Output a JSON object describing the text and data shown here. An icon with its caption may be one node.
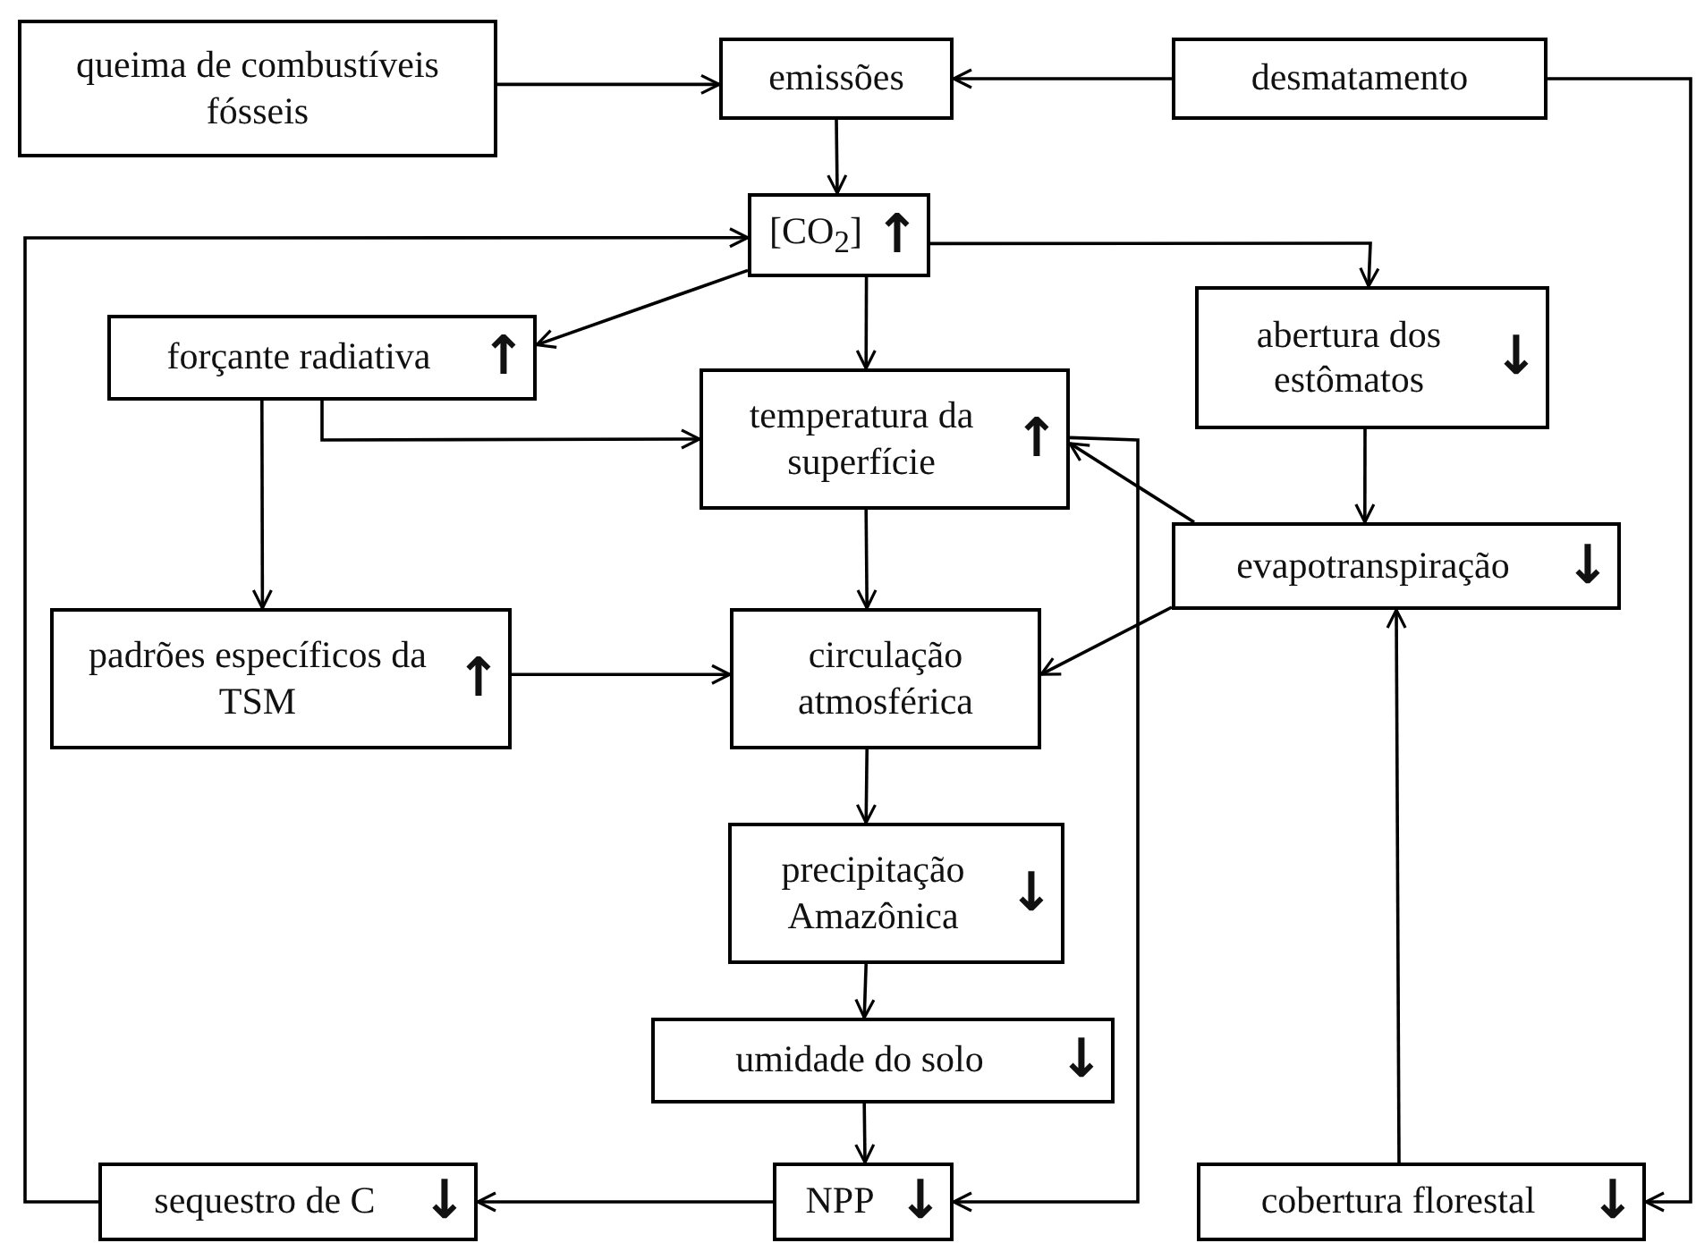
{
  "diagram": {
    "nodes": [
      {
        "text": [
          "queima de combustíveis fósseis"
        ]
      },
      {
        "text": [
          "emissões"
        ]
      },
      {
        "text": [
          "desmatamento"
        ]
      },
      {
        "text": [
          "[CO$_{2}$]",
          "↑"
        ]
      },
      {
        "text": [
          "forçante radiativa",
          "↑"
        ]
      },
      {
        "text": [
          "temperatura da superfície",
          "↑"
        ]
      },
      {
        "text": [
          "abertura dos estômatos",
          "↓"
        ]
      },
      {
        "text": [
          "padrões específicos da TSM",
          "↑"
        ]
      },
      {
        "text": [
          "circulação atmosférica"
        ]
      },
      {
        "text": [
          "evapotranspiração",
          "↓"
        ]
      },
      {
        "text": [
          "precipitação Amazônica",
          "↓"
        ]
      },
      {
        "text": [
          "umidade do solo",
          "↓"
        ]
      },
      {
        "text": [
          "NPP",
          "↓"
        ]
      },
      {
        "text": [
          "sequestro de C",
          "↓"
        ]
      },
      {
        "text": [
          "cobertura florestal",
          "↓"
        ]
      }
    ],
    "edges": [
      {
        "from": 0,
        "to": 1,
        "arrow": "to"
      },
      {
        "from": 2,
        "to": 1,
        "arrow": "to"
      },
      {
        "from": 2,
        "to": 14,
        "arrow": "to"
      },
      {
        "from": 1,
        "to": 3,
        "arrow": "to"
      },
      {
        "from": 3,
        "to": 4,
        "arrow": "to"
      },
      {
        "from": 3,
        "to": 5,
        "arrow": "to"
      },
      {
        "from": 3,
        "to": 6,
        "arrow": "to"
      },
      {
        "from": 4,
        "to": 5,
        "arrow": "to"
      },
      {
        "from": 4,
        "to": 7,
        "arrow": "to"
      },
      {
        "from": 5,
        "to": 8,
        "arrow": "to"
      },
      {
        "from": 9,
        "to": 5,
        "arrow": "to"
      },
      {
        "from": 9,
        "to": 8,
        "arrow": "to"
      },
      {
        "from": 6,
        "to": 9,
        "arrow": "to"
      },
      {
        "from": 7,
        "to": 8,
        "arrow": "to"
      },
      {
        "from": 8,
        "to": 10,
        "arrow": "to"
      },
      {
        "from": 10,
        "to": 11,
        "arrow": "to"
      },
      {
        "from": 11,
        "to": 12,
        "arrow": "to"
      },
      {
        "from": 12,
        "to": 13,
        "arrow": "to"
      },
      {
        "from": 13,
        "to": 3,
        "arrow": "to"
      },
      {
        "from": 14,
        "to": 9,
        "arrow": "to"
      },
      {
        "from": 5,
        "to": 12,
        "arrow": "to"
      }
    ]
  }
}
